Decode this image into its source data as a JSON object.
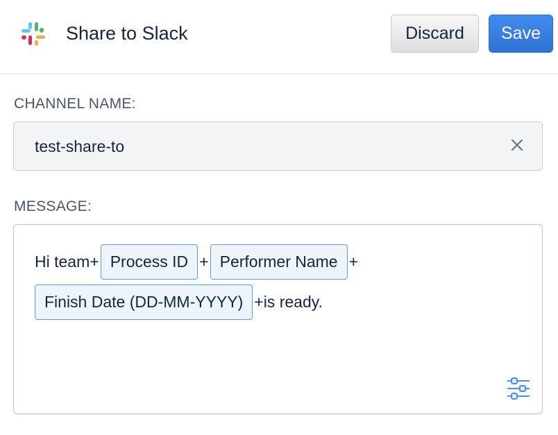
{
  "header": {
    "title": "Share to Slack",
    "discard_label": "Discard",
    "save_label": "Save"
  },
  "channel": {
    "label": "CHANNEL NAME:",
    "value": "test-share-to"
  },
  "message": {
    "label": "MESSAGE:",
    "line1": {
      "t1": "Hi team+",
      "chip1": "Process ID",
      "t2": "+",
      "chip2": "Performer Name",
      "t3": "+"
    },
    "line2": {
      "chip3": "Finish Date (DD-MM-YYYY)",
      "t4": "+is ready."
    }
  },
  "colors": {
    "accent": "#3b82e6",
    "chip_bg": "#eef4fc"
  }
}
